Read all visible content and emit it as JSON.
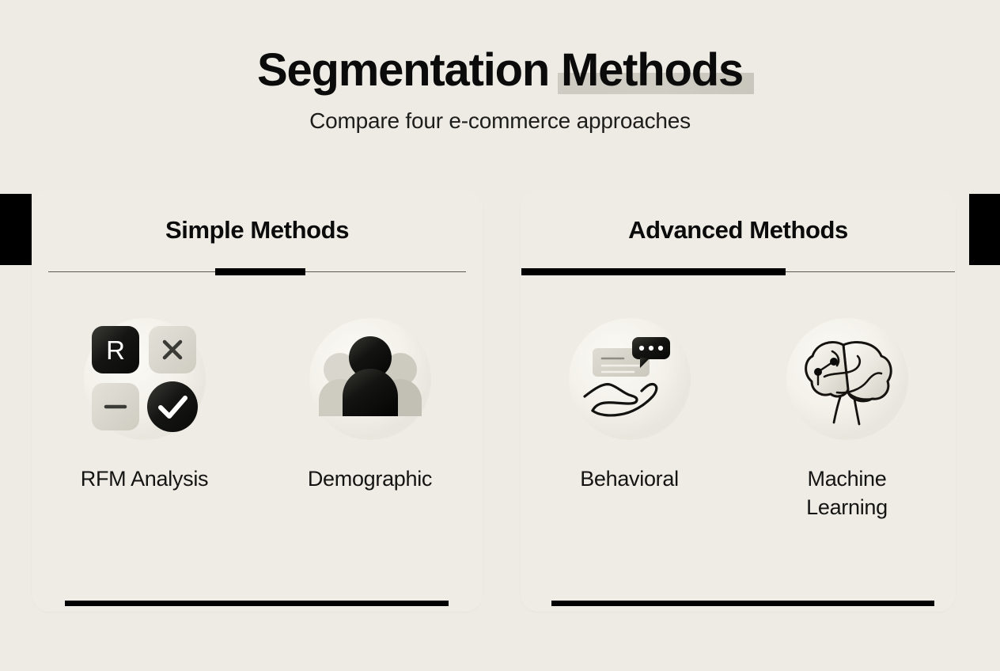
{
  "header": {
    "title_plain": "Segmentation ",
    "title_highlight": "Methods",
    "subtitle": "Compare four e-commerce approaches"
  },
  "cards": [
    {
      "title": "Simple Methods",
      "methods": [
        {
          "label": "RFM Analysis",
          "icon": "rfm-grid-icon"
        },
        {
          "label": "Demographic",
          "icon": "people-group-icon"
        }
      ]
    },
    {
      "title": "Advanced Methods",
      "methods": [
        {
          "label": "Behavioral",
          "icon": "hand-chat-icon"
        },
        {
          "label": "Machine Learning",
          "icon": "brain-circuit-icon"
        }
      ]
    }
  ],
  "icon_glyphs": {
    "rfm_letter": "R",
    "rfm_cross": "×",
    "rfm_minus": "−"
  },
  "colors": {
    "background": "#edebe4",
    "card": "#eeece5",
    "ink": "#0b0b0b",
    "accent_black": "#000000",
    "muted_gray": "#c9c7bd",
    "highlight": "#c9c7bd"
  }
}
